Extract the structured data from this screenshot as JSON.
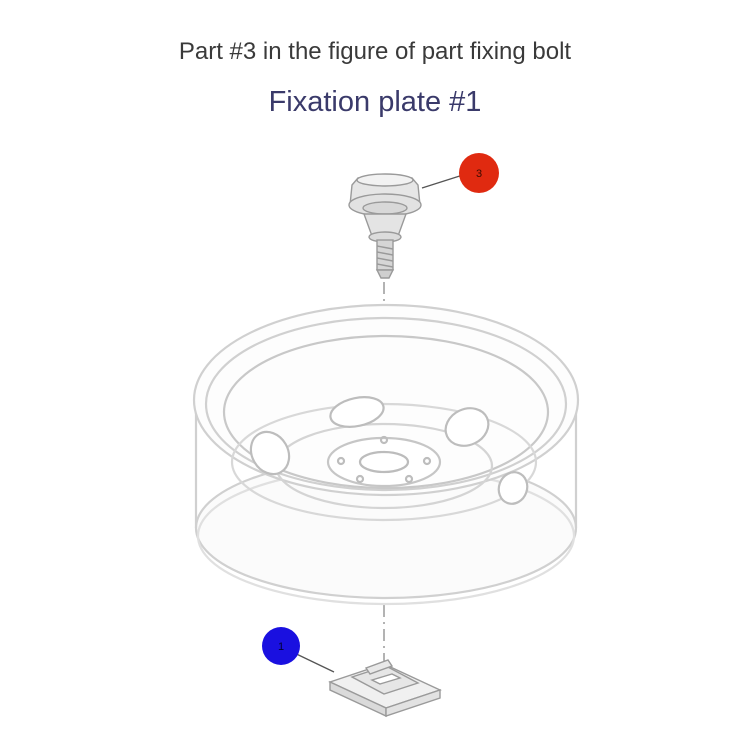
{
  "title_line1": "Part #3 in the figure of part fixing bolt",
  "title_line2": "Fixation plate #1",
  "callouts": [
    {
      "label": "3",
      "color": "#e02a10"
    },
    {
      "label": "1",
      "color": "#1a10e0"
    }
  ]
}
